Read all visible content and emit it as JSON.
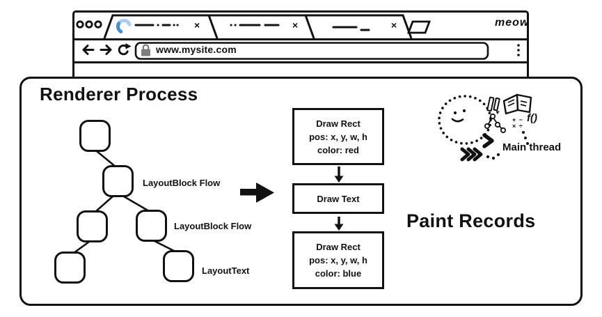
{
  "browser": {
    "brand": "meow",
    "tabs": [
      {
        "close_glyph": "×"
      },
      {
        "close_glyph": "×"
      },
      {
        "close_glyph": "×"
      }
    ],
    "address_bar": {
      "url": "www.mysite.com"
    }
  },
  "panel": {
    "title": "Renderer Process",
    "tree": {
      "labels": [
        "LayoutBlock Flow",
        "LayoutBlock Flow",
        "LayoutText"
      ]
    },
    "paint_records": {
      "title": "Paint Records",
      "boxes": [
        {
          "line1": "Draw Rect",
          "line2": "pos: x, y, w, h",
          "line3": "color: red"
        },
        {
          "line1": "Draw Text"
        },
        {
          "line1": "Draw Rect",
          "line2": "pos: x, y, w, h",
          "line3": "color: blue"
        }
      ]
    },
    "main_thread": {
      "label": "Main thread",
      "fn": "f()",
      "math_line1": "+ −",
      "math_line2": "× ÷"
    }
  },
  "colors": {
    "ink": "#111111",
    "spinner_light": "#a9cdf2",
    "spinner_dark": "#3d8edc",
    "lock_gray": "#7d7d7d"
  }
}
